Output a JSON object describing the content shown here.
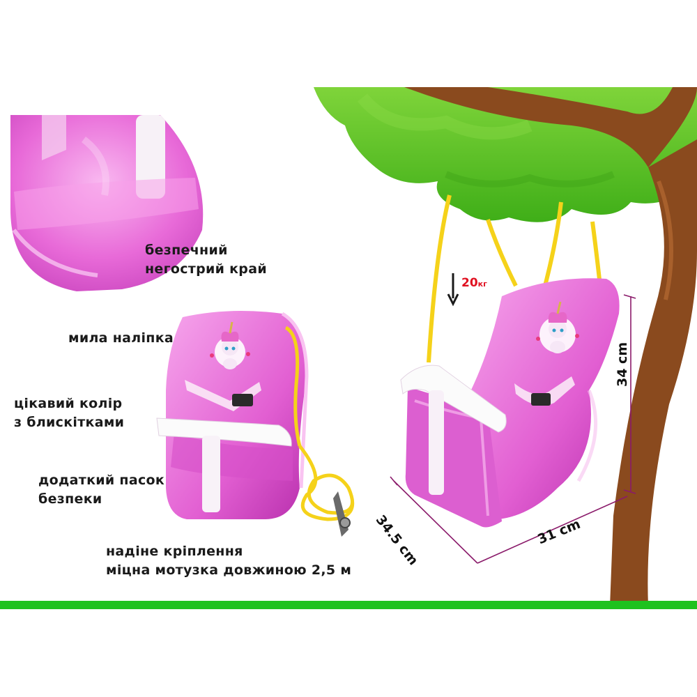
{
  "captions": {
    "safe_edge": [
      "безпечний",
      "негострий край"
    ],
    "sticker": "мила наліпка",
    "color": [
      "цікавий колір",
      "з блискітками"
    ],
    "belt": [
      "додаткий пасок",
      "безпеки"
    ],
    "mount": [
      "надіне кріплення",
      "міцна мотузка довжиною 2,5 м"
    ]
  },
  "dimensions": {
    "height": "34 cm",
    "width": "31 cm",
    "depth": "34.5 cm"
  },
  "weight": {
    "value": "20",
    "unit": "кг"
  },
  "colors": {
    "seat_pink": "#e668d8",
    "rope_yellow": "#f5d21a",
    "foliage_green": "#55c51c",
    "branch_brown": "#8a4a1e",
    "dimension_purple": "#8a1a6a",
    "bottom_line_green": "#1ec21e"
  }
}
